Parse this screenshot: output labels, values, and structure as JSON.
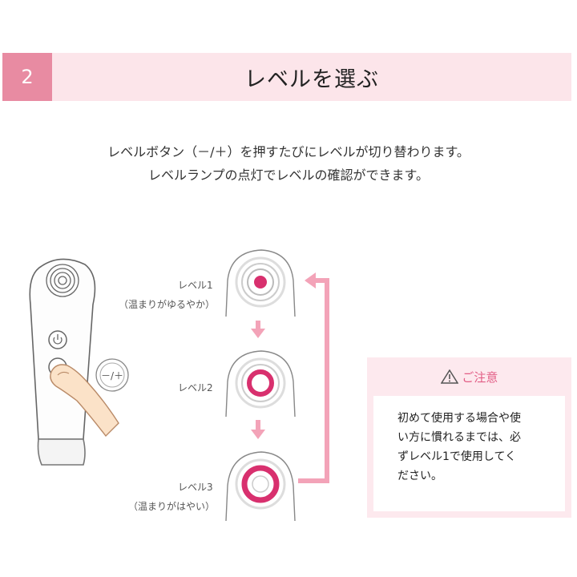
{
  "step": {
    "number": "2",
    "title": "レベルを選ぶ"
  },
  "description": {
    "line1": "レベルボタン（－/＋）を押すたびにレベルが切り替わります。",
    "line2": "レベルランプの点灯でレベルの確認ができます。"
  },
  "button_label": "－/＋",
  "levels": [
    {
      "label": "レベル1",
      "sub": "（温まりがゆるやか）"
    },
    {
      "label": "レベル2",
      "sub": ""
    },
    {
      "label": "レベル3",
      "sub": "（温まりがはやい）"
    }
  ],
  "caution": {
    "icon": "warning-icon",
    "title": "ご注意",
    "lines": [
      "初めて使用する場合や使",
      "い方に慣れるまでは、必",
      "ずレベル1で使用してく",
      "ださい。"
    ]
  },
  "colors": {
    "accent": "#e88ba2",
    "header_bg": "#fce5ea",
    "lamp": "#d8306e",
    "arrow": "#f3a3b8"
  }
}
